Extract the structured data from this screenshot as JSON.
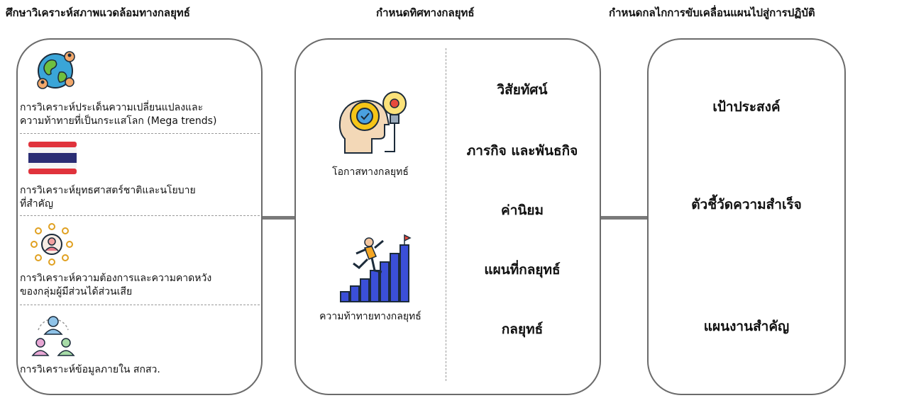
{
  "headers": {
    "col1": "ศึกษาวิเคราะห์สภาพแวดล้อมทางกลยุทธ์",
    "col2": "กำหนดทิศทางกลยุทธ์",
    "col3": "กำหนดกลไกการขับเคลื่อนแผนไปสู่การปฏิบัติ"
  },
  "left_items": [
    {
      "icon": "globe-people-icon",
      "line1": "การวิเคราะห์ประเด็นความเปลี่ยนแปลงและ",
      "line2": "ความท้าทายที่เป็นกระแสโลก (Mega trends)"
    },
    {
      "icon": "thailand-flag-icon",
      "line1": "การวิเคราะห์ยุทธศาสตร์ชาติและนโยบาย",
      "line2": "ที่สำคัญ"
    },
    {
      "icon": "stakeholder-network-icon",
      "line1": "การวิเคราะห์ความต้องการและความคาดหวัง",
      "line2": "ของกลุ่มผู้มีส่วนได้ส่วนเสีย"
    },
    {
      "icon": "team-people-icon",
      "line1": "การวิเคราะห์ข้อมูลภายใน สกสว.",
      "line2": ""
    }
  ],
  "middle": {
    "opportunity_label": "โอกาสทางกลยุทธ์",
    "challenge_label": "ความท้าทายทางกลยุทธ์",
    "items": [
      "วิสัยทัศน์",
      "ภารกิจ และพันธกิจ",
      "ค่านิยม",
      "แผนที่กลยุทธ์",
      "กลยุทธ์"
    ]
  },
  "right_items": [
    "เป้าประสงค์",
    "ตัวชี้วัดความสำเร็จ",
    "แผนงานสำคัญ"
  ],
  "colors": {
    "border": "#6b6b6b",
    "connector": "#7a7a7a",
    "flag_red": "#e0333c",
    "flag_blue": "#2a2d74",
    "stairs_blue": "#3b4fd8"
  }
}
